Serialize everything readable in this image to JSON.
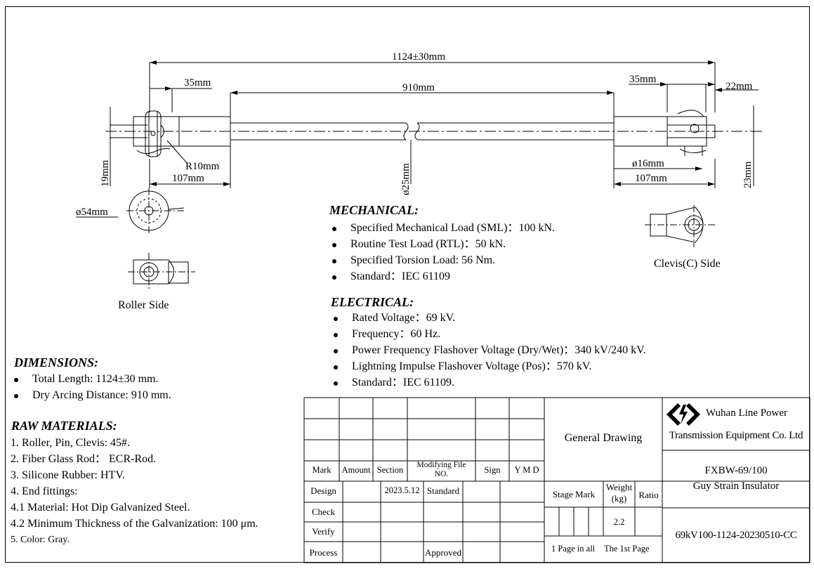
{
  "dims": {
    "total": "1124±30mm",
    "dry_arc": "910mm",
    "roller_end": "35mm",
    "clevis_end": "35mm",
    "clevis_tip": "22mm",
    "fitting_left": "107mm",
    "fitting_right": "107mm",
    "radius": "R10mm",
    "pin": "ø16mm",
    "rod": "ø25mm",
    "left_height": "19mm",
    "right_height": "23mm",
    "shed": "ø54mm"
  },
  "views": {
    "roller": "Roller Side",
    "clevis": "Clevis(C) Side"
  },
  "mechanical": {
    "heading": "MECHANICAL:",
    "items": [
      "Specified Mechanical Load (SML)：100 kN.",
      "Routine Test Load (RTL)：50 kN.",
      "Specified Torsion Load: 56 Nm.",
      "Standard：IEC 61109"
    ]
  },
  "electrical": {
    "heading": "ELECTRICAL:",
    "items": [
      "Rated Voltage：69 kV.",
      "Frequency：60 Hz.",
      "Power Frequency Flashover Voltage (Dry/Wet)：340 kV/240 kV.",
      "Lightning Impulse Flashover Voltage (Pos)：570 kV.",
      "Standard：IEC 61109."
    ]
  },
  "dimensions": {
    "heading": "DIMENSIONS:",
    "items": [
      "Total Length: 1124±30 mm.",
      "Dry Arcing Distance: 910 mm."
    ]
  },
  "materials": {
    "heading": "RAW MATERIALS:",
    "lines": [
      "1. Roller, Pin, Clevis: 45#.",
      "2. Fiber Glass Rod： ECR-Rod.",
      "3. Silicone Rubber: HTV.",
      "4. End fittings:",
      "4.1 Material: Hot Dip Galvanized Steel.",
      "4.2 Minimum Thickness of the Galvanization: 100 μm.",
      "5. Color: Gray."
    ]
  },
  "title_block": {
    "headers": {
      "mark": "Mark",
      "amount": "Amount",
      "section": "Section",
      "modfile_1": "Modifying File",
      "modfile_2": "NO.",
      "sign": "Sign",
      "ymd": "Y M D"
    },
    "design": "Design",
    "date": "2023.5.12",
    "standard": "Standard",
    "check": "Check",
    "verify": "Verify",
    "process": "Process",
    "approved": "Approved",
    "general_drawing": "General Drawing",
    "stage_mark": "Stage Mark",
    "weight_1": "Weight",
    "weight_2": "(kg)",
    "ratio": "Ratio",
    "weight_value": "2.2",
    "pages": "1 Page in all",
    "this_page": "The 1st Page",
    "company_1": "Wuhan Line Power",
    "company_2": "Transmission Equipment Co. Ltd",
    "product_code": "FXBW-69/100",
    "product_name": "Guy Strain Insulator",
    "drawing_no": "69kV100-1124-20230510-CC"
  }
}
